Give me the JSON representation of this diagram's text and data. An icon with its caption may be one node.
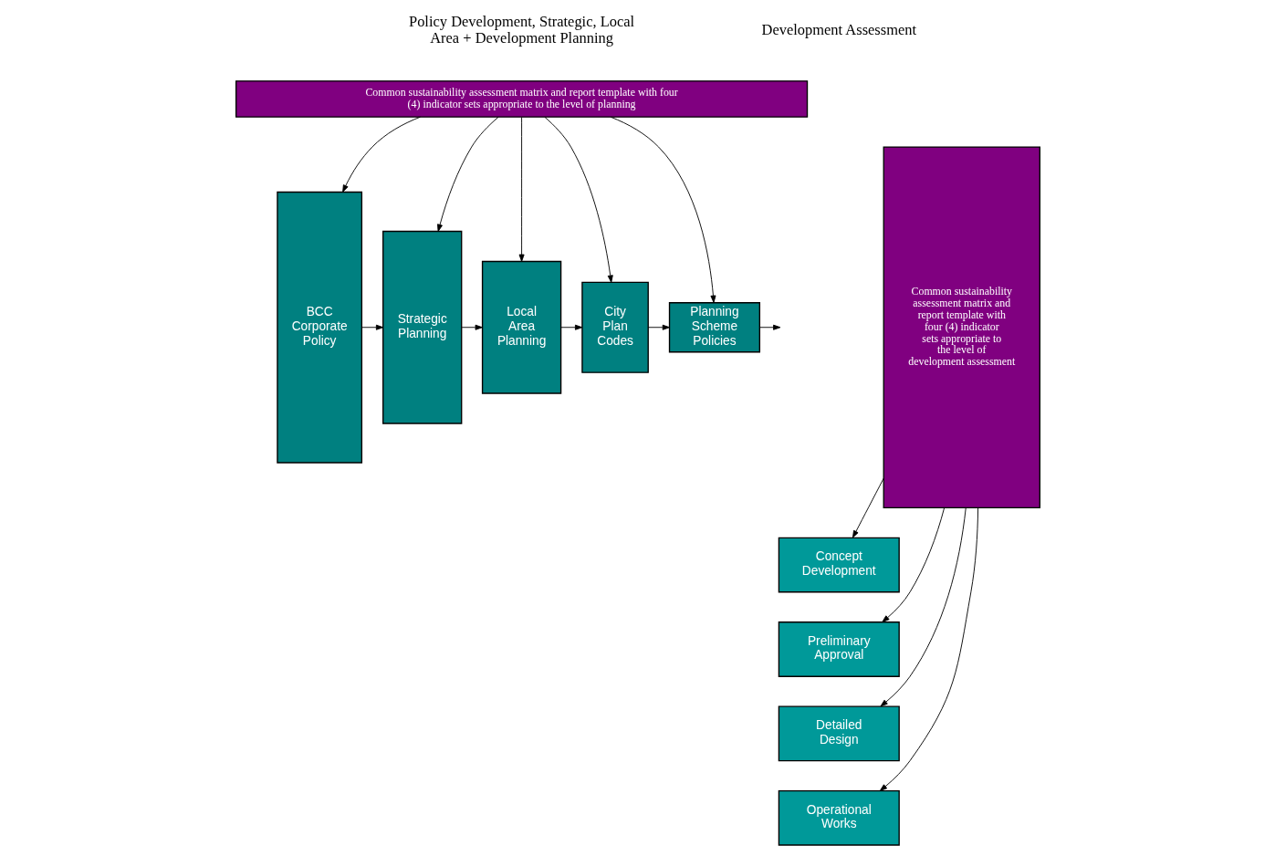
{
  "diagram": {
    "nodes": [
      {
        "text": [
          "Common sustainability assessment matrix and report template with four (4) indicator sets appropriate to the level of planning"
        ]
      },
      {
        "text": [
          "BCC Corporate Policy"
        ]
      },
      {
        "text": [
          "Strategic Planning"
        ]
      },
      {
        "text": [
          "Local Area Planning"
        ]
      },
      {
        "text": [
          "City Plan Codes"
        ]
      },
      {
        "text": [
          "Planning Scheme Policies"
        ]
      },
      {
        "text": [
          "Common sustainability assessment matrix and report template with four (4) indicator sets appropriate to the level of development assessment"
        ]
      },
      {
        "text": [
          "Concept Development"
        ]
      },
      {
        "text": [
          "Preliminary Approval"
        ]
      },
      {
        "text": [
          "Detailed Design"
        ]
      },
      {
        "text": [
          "Operational Works"
        ]
      }
    ],
    "edges": [
      {
        "from": 0,
        "to": 1,
        "arrow": "to"
      },
      {
        "from": 0,
        "to": 2,
        "arrow": "to"
      },
      {
        "from": 0,
        "to": 3,
        "arrow": "to"
      },
      {
        "from": 0,
        "to": 4,
        "arrow": "to"
      },
      {
        "from": 0,
        "to": 5,
        "arrow": "to"
      },
      {
        "from": 1,
        "to": 2,
        "arrow": "to"
      },
      {
        "from": 2,
        "to": 3,
        "arrow": "to"
      },
      {
        "from": 3,
        "to": 4,
        "arrow": "to"
      },
      {
        "from": 4,
        "to": 5,
        "arrow": "to"
      },
      {
        "from": 5,
        "to": null,
        "arrow": "to"
      },
      {
        "from": 6,
        "to": 7,
        "arrow": "to"
      },
      {
        "from": 6,
        "to": 8,
        "arrow": "to"
      },
      {
        "from": 6,
        "to": 9,
        "arrow": "to"
      },
      {
        "from": 6,
        "to": 10,
        "arrow": "to"
      }
    ],
    "labels": [
      "Policy Development, Strategic, Local Area + Development Planning",
      "Development Assessment"
    ]
  }
}
